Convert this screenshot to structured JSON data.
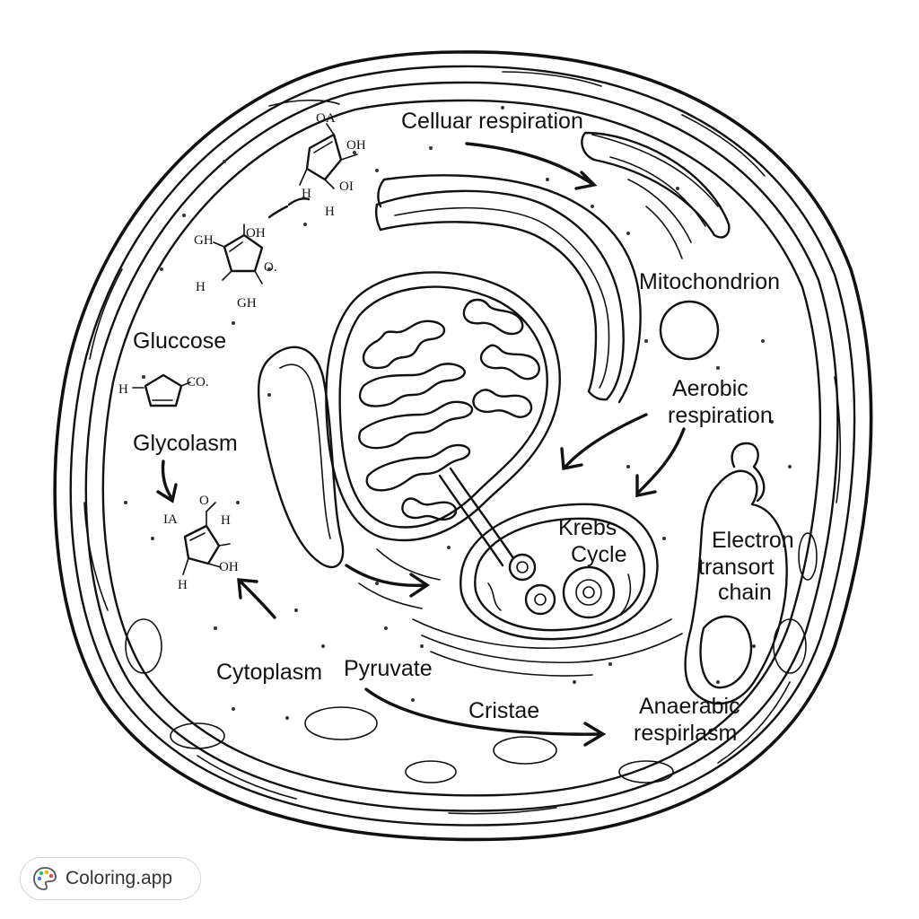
{
  "labels": {
    "cellular_respiration": "Celluar respiration",
    "mitochondrion": "Mitochondrion",
    "aerobic_1": "Aerobic",
    "aerobic_2": "respiration",
    "glucose": "Gluccose",
    "glycolysis": "Glycolasm",
    "krebs_1": "Krebs",
    "krebs_2": "Cycle",
    "etc_1": "Electron",
    "etc_2": "transort",
    "etc_3": "chain",
    "cytoplasm": "Cytoplasm",
    "pyruvate": "Pyruvate",
    "cristae": "Cristae",
    "anaerobic_1": "Anaerabic",
    "anaerobic_2": "respirlasm"
  },
  "chem": {
    "m1_oa": "OA",
    "m1_oh": "OH",
    "m1_h": "H",
    "m1_oi": "OI",
    "m1_h2": "H",
    "m2_gh": "GH",
    "m2_oh": "OH",
    "m2_o": "O.",
    "m2_h": "H",
    "m2_gh2": "GH",
    "m3_h": "H",
    "m3_co": "CO.",
    "m4_o": "O",
    "m4_ia": "IA",
    "m4_h": "H",
    "m4_oh": "OH",
    "m4_h2": "H"
  },
  "watermark": {
    "text": "Coloring.app",
    "icon": "palette-icon"
  }
}
